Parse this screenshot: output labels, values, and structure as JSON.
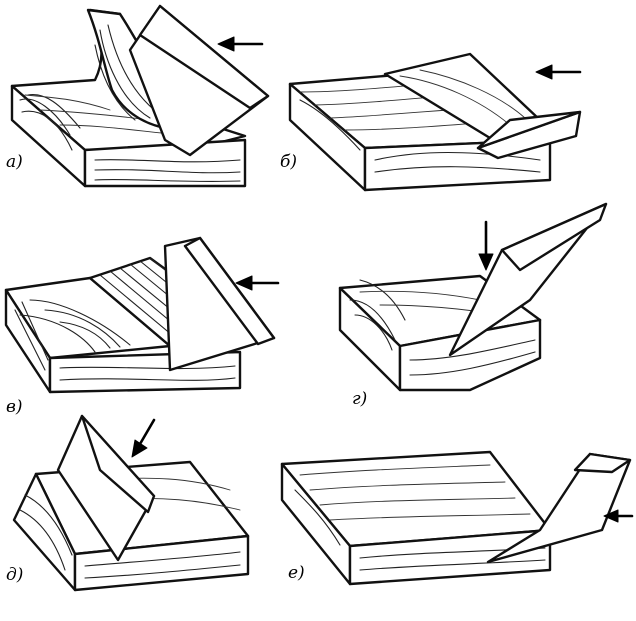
{
  "panels": [
    {
      "id": "a",
      "label": "а)"
    },
    {
      "id": "b",
      "label": "б)"
    },
    {
      "id": "v",
      "label": "в)"
    },
    {
      "id": "g",
      "label": "г)"
    },
    {
      "id": "d",
      "label": "д)"
    },
    {
      "id": "e",
      "label": "е)"
    }
  ],
  "colors": {
    "ink": "#111111",
    "paper": "#ffffff"
  }
}
